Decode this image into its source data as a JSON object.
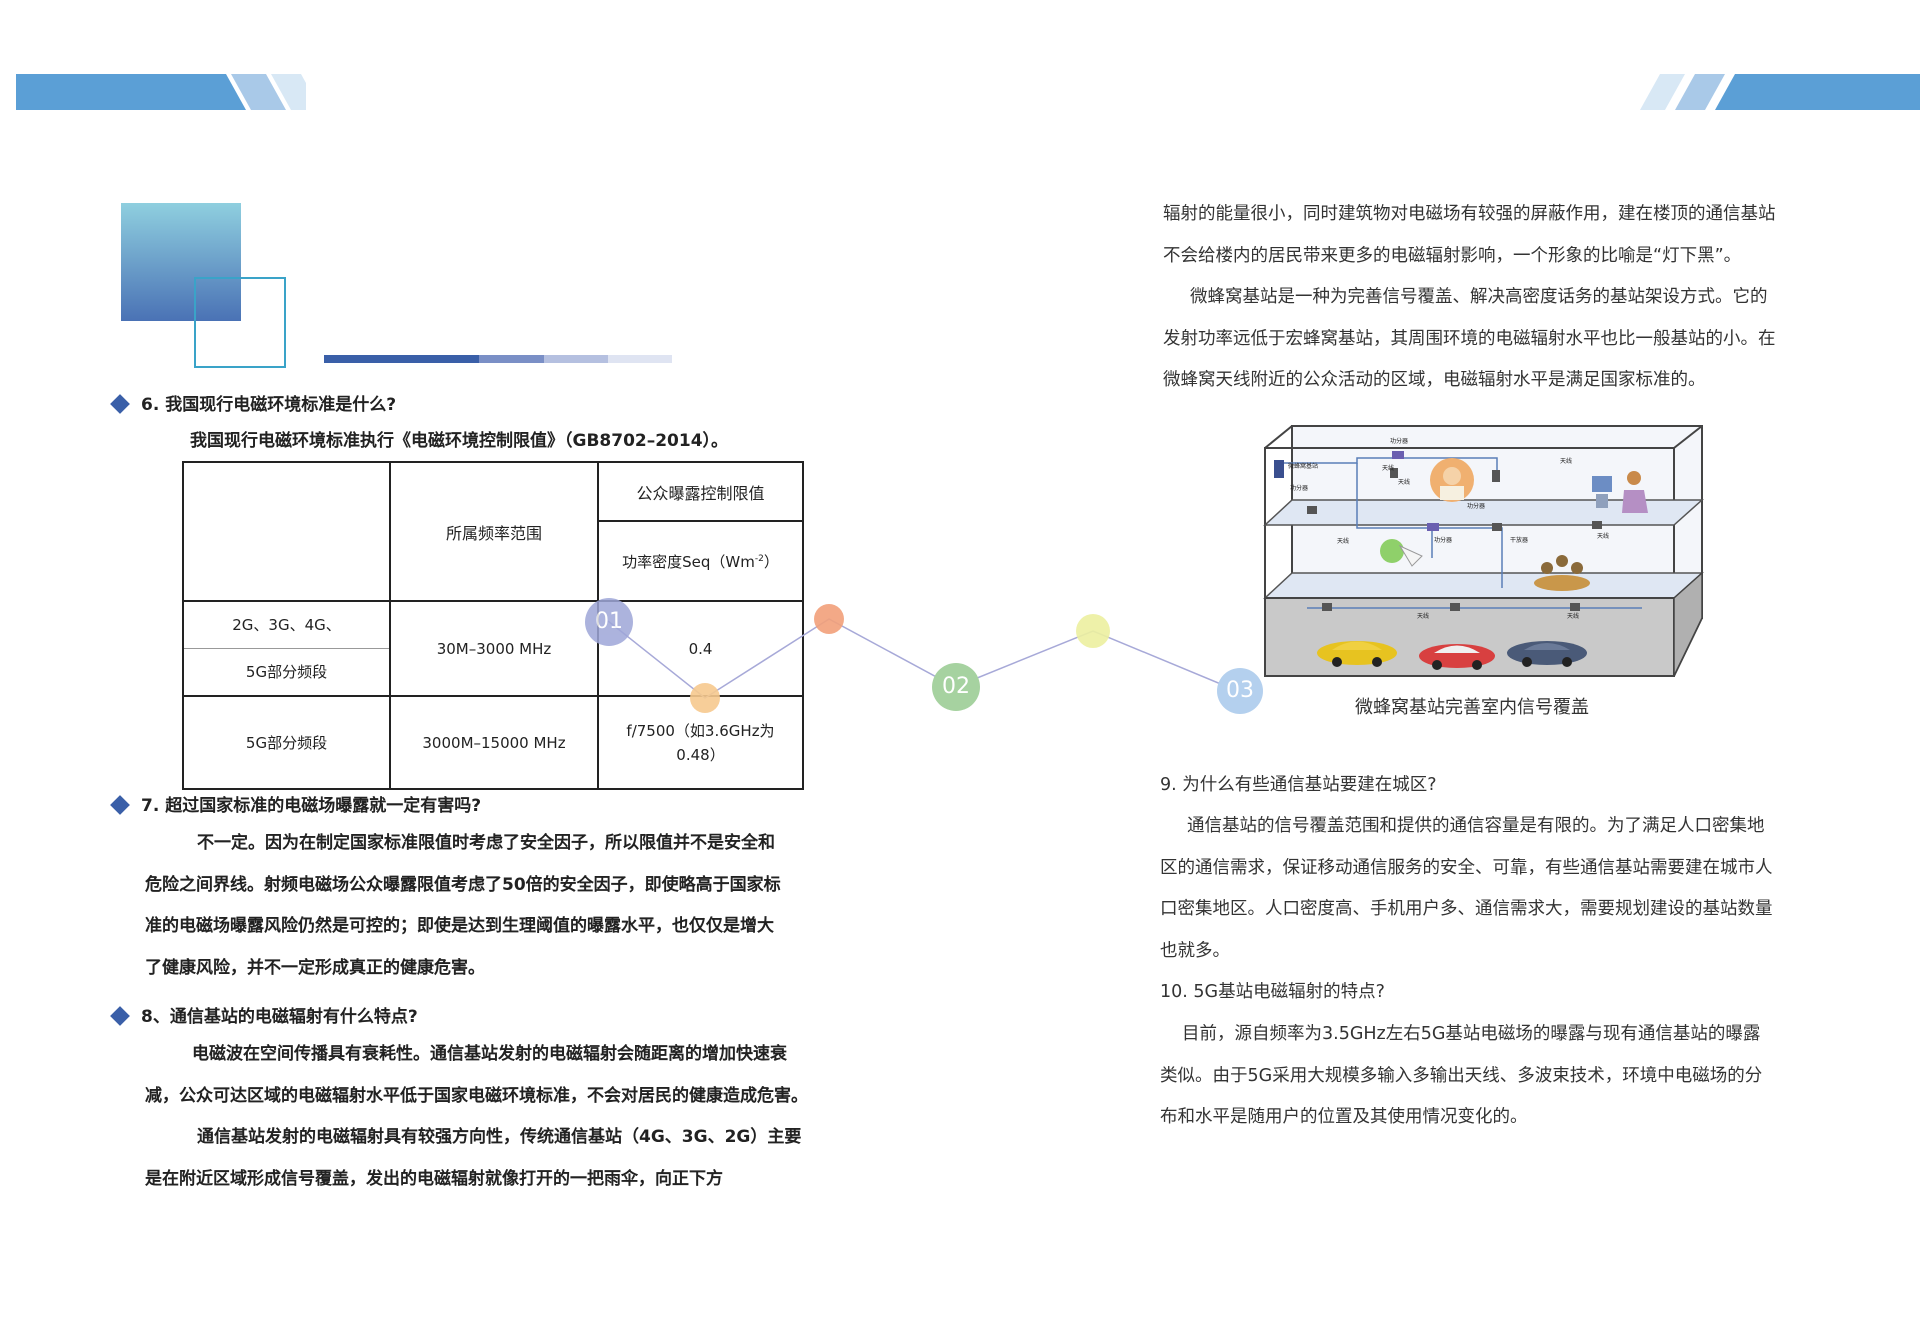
{
  "q6": {
    "title": "6.  我国现行电磁环境标准是什么?",
    "answer": "我国现行电磁环境标准执行《电磁环境控制限值》（GB8702–2014）。",
    "table": {
      "header_range": "所属频率范围",
      "header_limit": "公众曝露控制限值",
      "header_unit_prefix": "功率密度Seq（Wm",
      "header_unit_sup": "-2",
      "header_unit_suffix": "）",
      "row1_band_a": "2G、3G、4G、",
      "row1_band_b": "5G部分频段",
      "row1_range": "30M–3000 MHz",
      "row1_value": "0.4",
      "row2_band": "5G部分频段",
      "row2_range": "3000M–15000 MHz",
      "row2_value": "f/7500（如3.6GHz为0.48）"
    }
  },
  "q7": {
    "title": "7.  超过国家标准的电磁场曝露就一定有害吗?",
    "lines": [
      "不一定。因为在制定国家标准限值时考虑了安全因子，所以限值并不是安全和",
      "危险之间界线。射频电磁场公众曝露限值考虑了50倍的安全因子，即使略高于国家标",
      "准的电磁场曝露风险仍然是可控的；即使是达到生理阈值的曝露水平，也仅仅是增大",
      "了健康风险，并不一定形成真正的健康危害。"
    ]
  },
  "q8": {
    "title": "8、通信基站的电磁辐射有什么特点?",
    "lines": [
      "电磁波在空间传播具有衰耗性。通信基站发射的电磁辐射会随距离的增加快速衰",
      "减，公众可达区域的电磁辐射水平低于国家电磁环境标准，不会对居民的健康造成危害。",
      "通信基站发射的电磁辐射具有较强方向性，传统通信基站（4G、3G、2G）主要",
      "是在附近区域形成信号覆盖，发出的电磁辐射就像打开的一把雨伞，向正下方"
    ]
  },
  "right_top": {
    "lines": [
      "辐射的能量很小，同时建筑物对电磁场有较强的屏蔽作用，建在楼顶的通信基站",
      "不会给楼内的居民带来更多的电磁辐射影响，一个形象的比喻是“灯下黑”。",
      "微蜂窝基站是一种为完善信号覆盖、解决高密度话务的基站架设方式。它的",
      "发射功率远低于宏蜂窝基站，其周围环境的电磁辐射水平也比一般基站的小。在",
      "微蜂窝天线附近的公众活动的区域，电磁辐射水平是满足国家标准的。"
    ]
  },
  "figure": {
    "caption": "微蜂窝基站完善室内信号覆盖",
    "labels": [
      "微蜂窝基站",
      "功分器",
      "天线",
      "功分器",
      "天线",
      "功分器",
      "天线",
      "功分器",
      "天线",
      "干放器",
      "天线",
      "天线",
      "天线"
    ]
  },
  "nodes": [
    "01",
    "02",
    "03"
  ],
  "q9": {
    "title": "9.  为什么有些通信基站要建在城区?",
    "lines": [
      "通信基站的信号覆盖范围和提供的通信容量是有限的。为了满足人口密集地",
      "区的通信需求，保证移动通信服务的安全、可靠，有些通信基站需要建在城市人",
      "口密集地区。人口密度高、手机用户多、通信需求大，需要规划建设的基站数量",
      "也就多。"
    ]
  },
  "q10": {
    "title": "10.  5G基站电磁辐射的特点?",
    "lines": [
      "目前，源自频率为3.5GHz左右5G基站电磁场的曝露与现有通信基站的曝露",
      "类似。由于5G采用大规模多输入多输出天线、多波束技术，环境中电磁场的分",
      "布和水平是随用户的位置及其使用情况变化的。"
    ]
  },
  "colors": {
    "banner": "#5b9fd6",
    "accent": "#3a5fa8"
  }
}
